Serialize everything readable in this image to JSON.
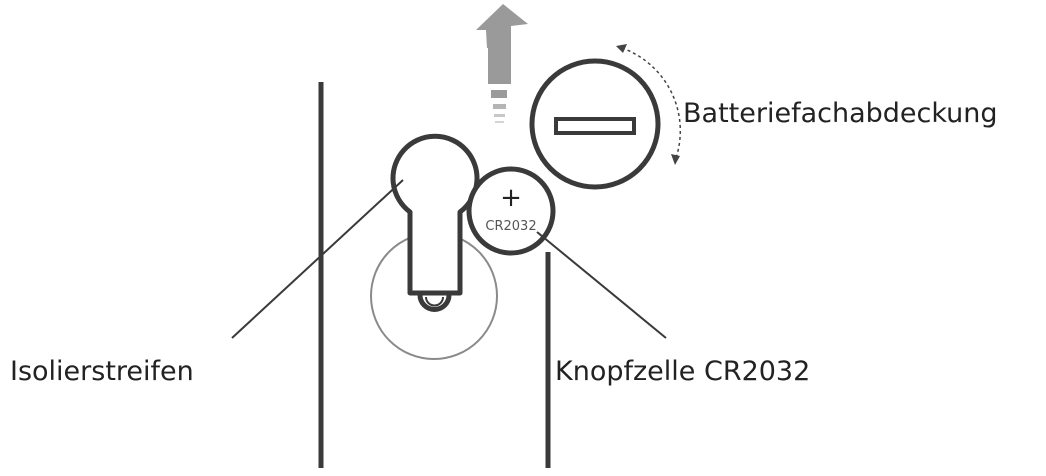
{
  "labels": {
    "battery_cover": "Batteriefachabdeckung",
    "insulating_strip": "Isolierstreifen",
    "coin_cell": "Knopfzelle CR2032",
    "cell_marking": "CR2032",
    "polarity": "+"
  },
  "colors": {
    "outline": "#3a3a3a",
    "thin_line": "#8a8a8a",
    "arrow_fill": "#9a9a9a",
    "text": "#222222",
    "background": "#ffffff"
  },
  "icons": {
    "pull_direction": "up-arrow-icon",
    "rotation": "curved-double-arrow-icon"
  }
}
